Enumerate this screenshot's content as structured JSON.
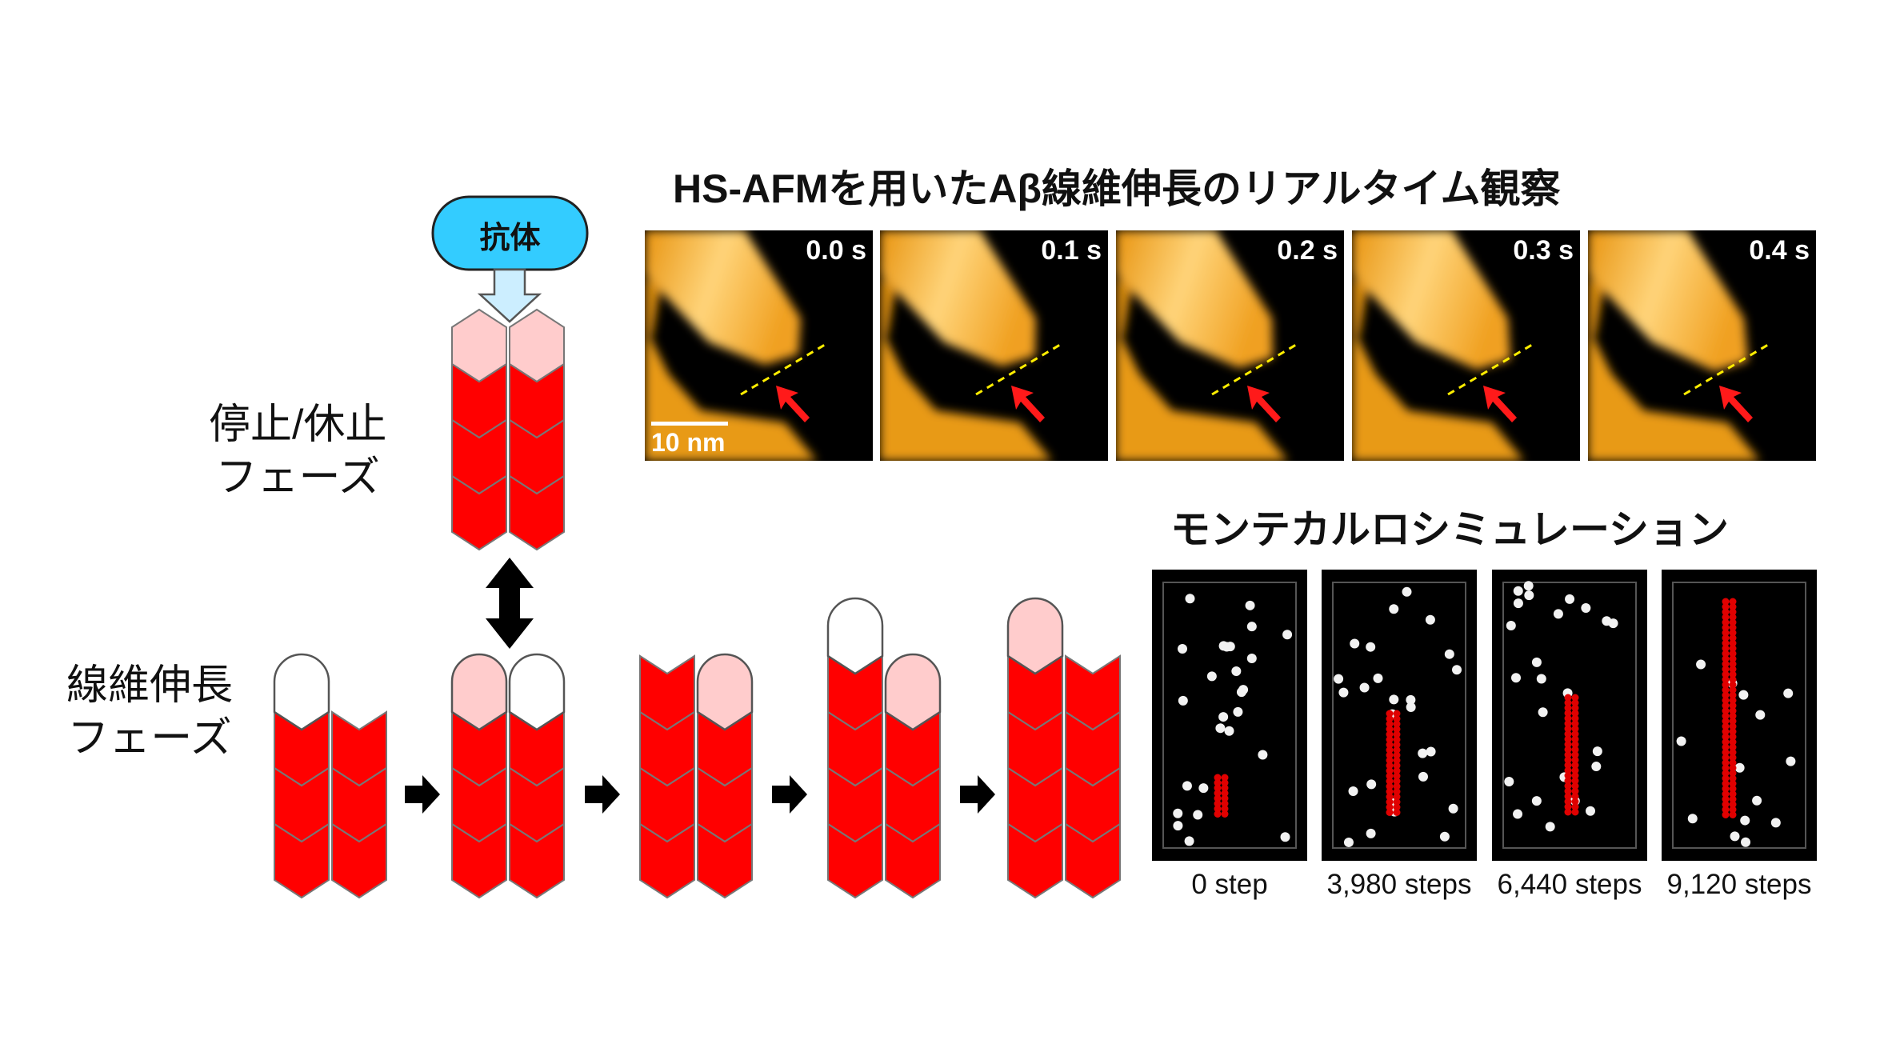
{
  "diagram": {
    "antibody_label": "抗体",
    "pause_phase_label": [
      "停止/休止",
      "フェーズ"
    ],
    "elongation_phase_label": [
      "線維伸長",
      "フェーズ"
    ]
  },
  "afm": {
    "title": "HS-AFMを用いたAβ線維伸長のリアルタイム観察",
    "frames": [
      {
        "time": "0.0 s"
      },
      {
        "time": "0.1 s"
      },
      {
        "time": "0.2 s"
      },
      {
        "time": "0.3 s"
      },
      {
        "time": "0.4 s"
      }
    ],
    "scale_bar": "10 nm"
  },
  "simulation": {
    "title": "モンテカルロシミュレーション",
    "frames": [
      {
        "label": "0 step"
      },
      {
        "label": "3,980 steps"
      },
      {
        "label": "6,440 steps"
      },
      {
        "label": "9,120 steps"
      }
    ]
  },
  "colors": {
    "fibril_red": "#ff0000",
    "pink_cap": "#ffcccc",
    "antibody_blue": "#33ccff",
    "arrow_blue": "#cceeff",
    "afm_orange": "#f5a31a"
  }
}
